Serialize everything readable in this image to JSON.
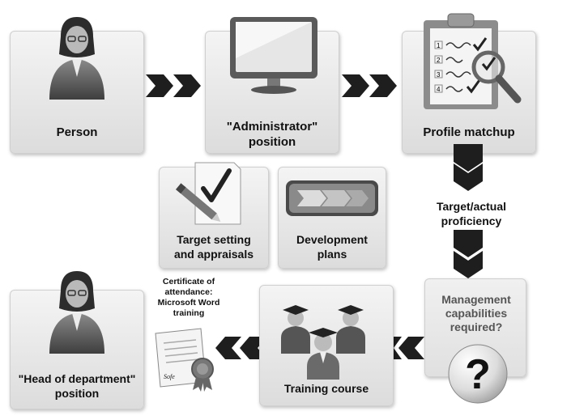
{
  "steps": {
    "person": {
      "label": "Person"
    },
    "administrator": {
      "line1": "\"Administrator\"",
      "line2": "position"
    },
    "profile": {
      "label": "Profile matchup"
    },
    "target_setting": {
      "line1": "Target setting",
      "line2": "and appraisals"
    },
    "development": {
      "line1": "Development",
      "line2": "plans"
    },
    "management": {
      "line1": "Management",
      "line2": "capabilities",
      "line3": "required?"
    },
    "training": {
      "label": "Training course"
    },
    "head": {
      "line1": "\"Head of department\"",
      "line2": "position"
    }
  },
  "connector_labels": {
    "proficiency": {
      "line1": "Target/actual",
      "line2": "proficiency"
    }
  },
  "certificate": {
    "line1": "Certificate of",
    "line2": "attendance:",
    "line3": "Microsoft Word",
    "line4": "training",
    "signature": "Sofe"
  },
  "clipboard_items": [
    "1",
    "2",
    "3",
    "4"
  ],
  "question_mark": "?",
  "colors": {
    "card_top": "#f4f4f4",
    "card_bottom": "#dcdcdc",
    "arrow": "#1e1e1e",
    "figure": "#6a6a6a"
  }
}
